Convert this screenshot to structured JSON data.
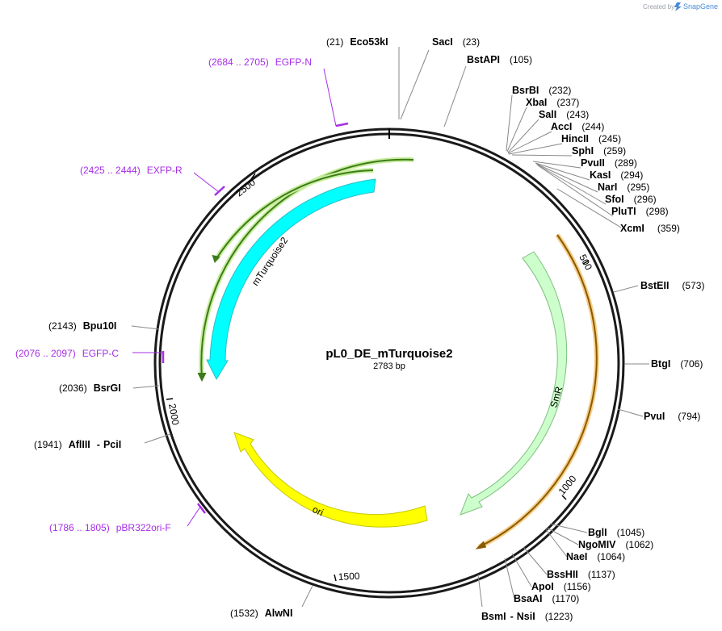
{
  "plasmid": {
    "name": "pL0_DE_mTurquoise2",
    "length_text": "2783 bp"
  },
  "credit": {
    "created_by": "Created by",
    "brand": "SnapGene"
  },
  "ticks": [
    "500",
    "1000",
    "1500",
    "2000",
    "2500"
  ],
  "features": {
    "mTurquoise2": "mTurquoise2",
    "SmR": "SmR",
    "ori": "ori"
  },
  "sites": [
    {
      "pos": "(21)",
      "name": "Eco53kI"
    },
    {
      "name": "SacI",
      "pos": "(23)"
    },
    {
      "name": "BstAPI",
      "pos": "(105)"
    },
    {
      "name": "BsrBI",
      "pos": "(232)"
    },
    {
      "name": "XbaI",
      "pos": "(237)"
    },
    {
      "name": "SalI",
      "pos": "(243)"
    },
    {
      "name": "AccI",
      "pos": "(244)"
    },
    {
      "name": "HincII",
      "pos": "(245)"
    },
    {
      "name": "SphI",
      "pos": "(259)"
    },
    {
      "name": "PvuII",
      "pos": "(289)"
    },
    {
      "name": "KasI",
      "pos": "(294)"
    },
    {
      "name": "NarI",
      "pos": "(295)"
    },
    {
      "name": "SfoI",
      "pos": "(296)"
    },
    {
      "name": "PluTI",
      "pos": "(298)"
    },
    {
      "name": "XcmI",
      "pos": "(359)"
    },
    {
      "name": "BstEII",
      "pos": "(573)"
    },
    {
      "name": "BtgI",
      "pos": "(706)"
    },
    {
      "name": "PvuI",
      "pos": "(794)"
    },
    {
      "name": "BglI",
      "pos": "(1045)"
    },
    {
      "name": "NgoMIV",
      "pos": "(1062)"
    },
    {
      "name": "NaeI",
      "pos": "(1064)"
    },
    {
      "name": "BssHII",
      "pos": "(1137)"
    },
    {
      "name": "ApoI",
      "pos": "(1156)"
    },
    {
      "name": "BsaAI",
      "pos": "(1170)"
    },
    {
      "name": "BsmI",
      "sep": "-",
      "name2": "NsiI",
      "pos": "(1223)"
    },
    {
      "pos": "(1532)",
      "name": "AlwNI"
    },
    {
      "pos": "(1941)",
      "name": "AflIII",
      "sep": "-",
      "name2": "PciI"
    },
    {
      "pos": "(2036)",
      "name": "BsrGI"
    },
    {
      "pos": "(2143)",
      "name": "Bpu10I"
    }
  ],
  "primers": [
    {
      "range": "(2684 .. 2705)",
      "name": "EGFP-N"
    },
    {
      "range": "(2425 .. 2444)",
      "name": "EXFP-R"
    },
    {
      "range": "(2076 .. 2097)",
      "name": "EGFP-C"
    },
    {
      "range": "(1786 .. 1805)",
      "name": "pBR322ori-F"
    }
  ],
  "colors": {
    "backbone": "#1a1a1a",
    "mTurquoise2": "#00ffff",
    "SmR": "#ccffcc",
    "ori": "#ffff00",
    "primer": "#a62ee6",
    "green_track": "#3d7a1a",
    "orange_track": "#8a5a00"
  }
}
